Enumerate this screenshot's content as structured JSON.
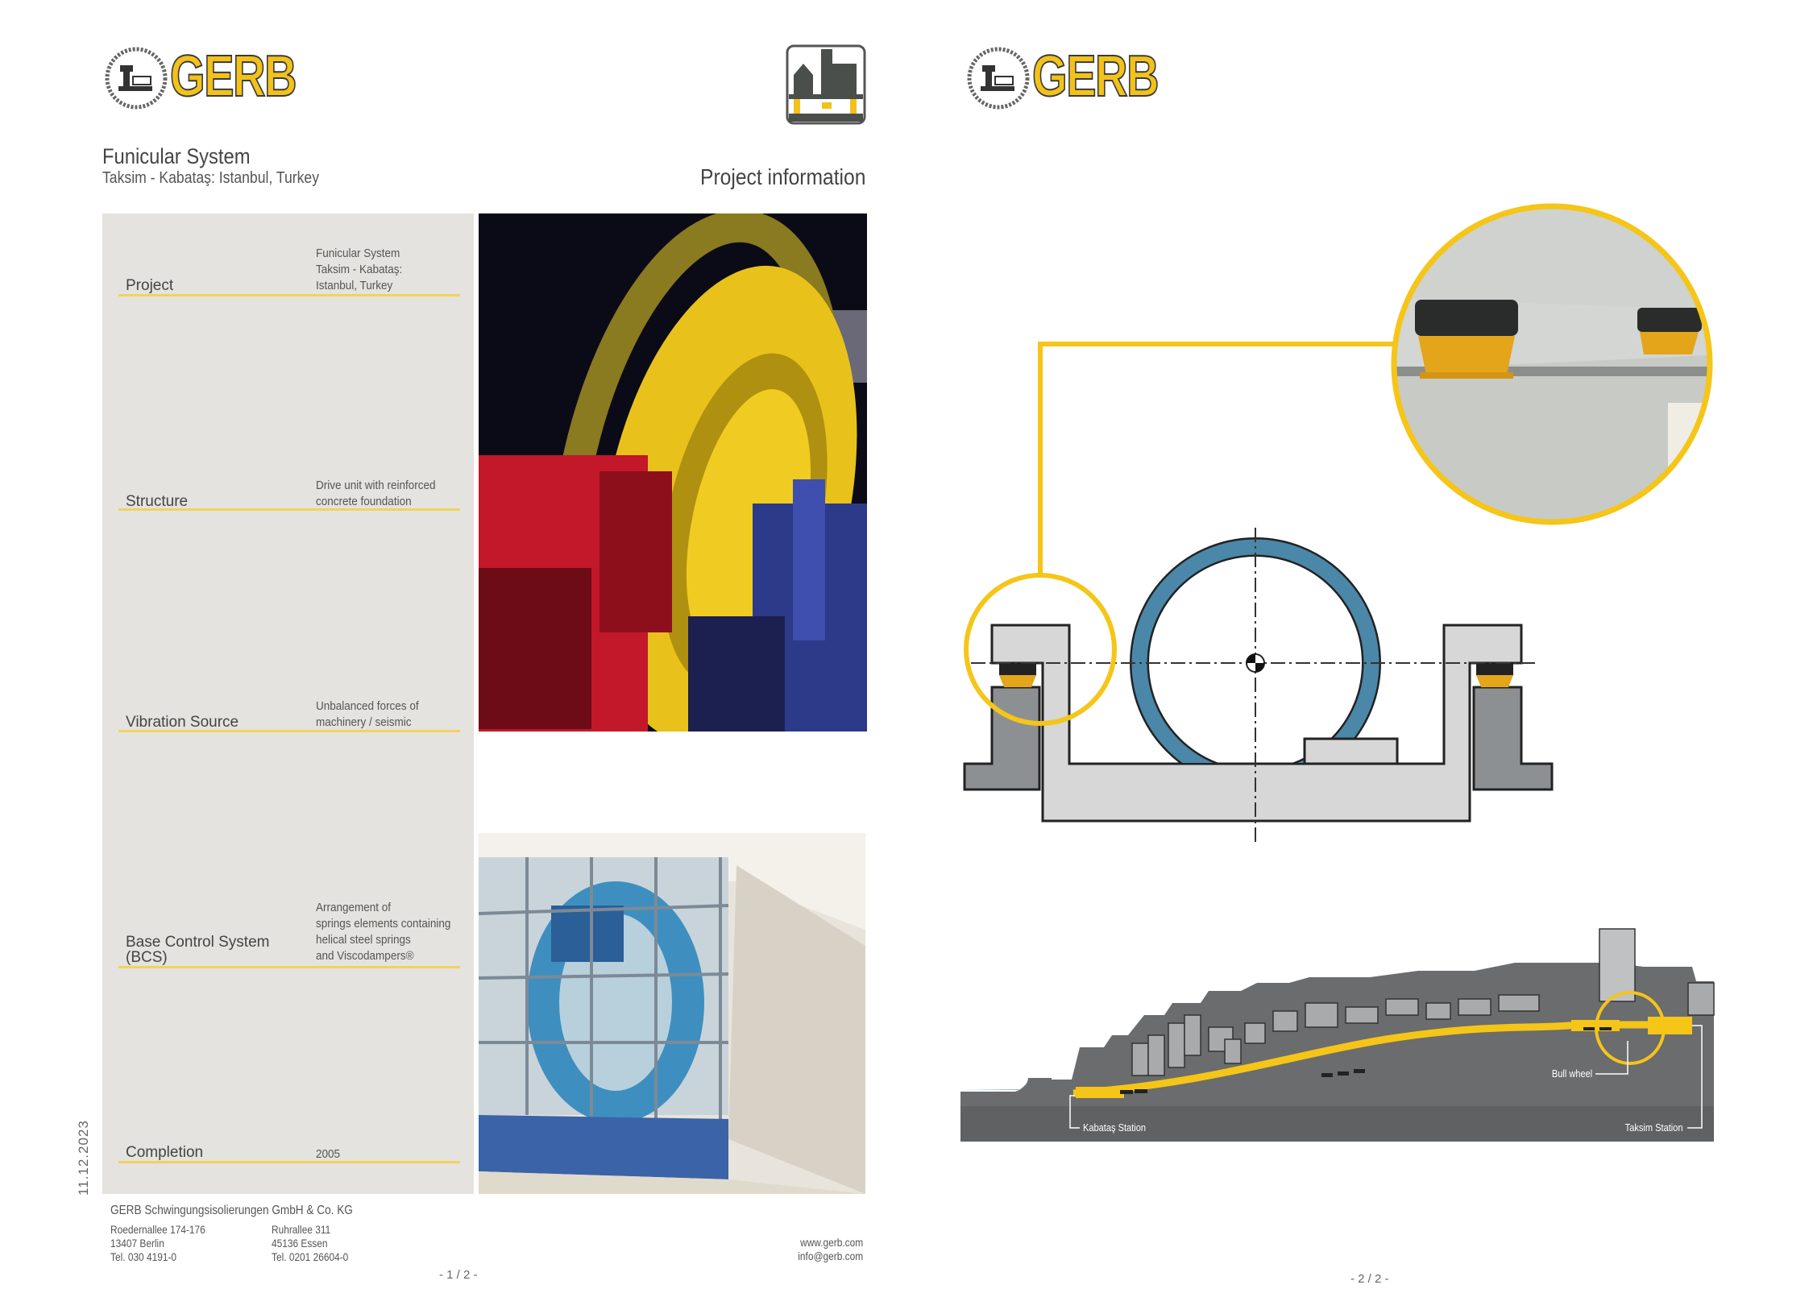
{
  "page1": {
    "logo_text": "GERB",
    "title": "Funicular System",
    "subtitle": "Taksim - Kabataş: Istanbul, Turkey",
    "section_heading": "Project information",
    "rows": [
      {
        "label": "Project",
        "value": "Funicular System\nTaksim - Kabataş:\nIstanbul, Turkey"
      },
      {
        "label": "Structure",
        "value": "Drive unit with reinforced\nconcrete foundation"
      },
      {
        "label": "Vibration Source",
        "value": "Unbalanced forces of\nmachinery / seismic"
      },
      {
        "label": "Base Control System\n(BCS)",
        "value": "Arrangement of\nsprings elements containing\nhelical steel springs\nand Viscodampers®"
      },
      {
        "label": "Completion",
        "value": "2005"
      }
    ],
    "date": "11.12.2023",
    "footer": {
      "company": "GERB Schwingungsisolierungen GmbH & Co. KG",
      "berlin": [
        "Roedernallee 174-176",
        "13407 Berlin",
        "Tel. 030 4191-0"
      ],
      "essen": [
        "Ruhrallee 311",
        "45136 Essen",
        "Tel. 0201 26604-0"
      ],
      "web": "www.gerb.com",
      "email": "info@gerb.com"
    },
    "page_number": "- 1 / 2 -"
  },
  "page2": {
    "logo_text": "GERB",
    "diagram_labels": {
      "kabatas": "Kabataş Station",
      "taksim": "Taksim Station",
      "bull_wheel": "Bull wheel"
    },
    "page_number": "- 2 / 2 -"
  },
  "colors": {
    "accent_yellow": "#f5c518",
    "panel_grey": "#e4e3df",
    "ring_blue": "#4a87a8"
  }
}
